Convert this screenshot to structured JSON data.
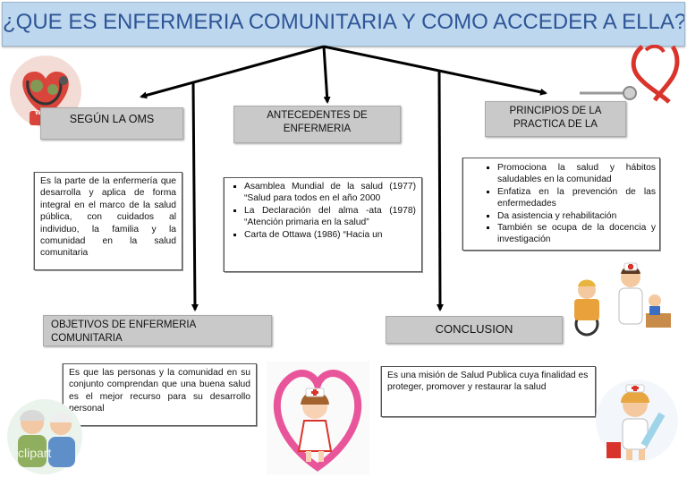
{
  "title": "¿QUE ES ENFERMERIA COMUNITARIA Y COMO ACCEDER A ELLA?",
  "nodes": {
    "oms": {
      "heading": "SEGÚN LA OMS",
      "text": "Es la parte de la enfermería que desarrolla y aplica de forma integral en el marco de la salud pública, con cuidados al individuo, la familia y la comunidad en la salud comunitaria"
    },
    "antecedentes": {
      "heading": "ANTECEDENTES DE ENFERMERIA",
      "items": [
        "Asamblea Mundial de la salud (1977) “Salud para todos en el año 2000",
        "La Declaración del alma -ata (1978) “Atención primaria en la salud”",
        "Carta de Ottawa (1986) “Hacia un"
      ]
    },
    "principios": {
      "heading": "PRINCIPIOS DE LA PRACTICA DE LA",
      "items": [
        "Promociona la salud y hábitos saludables en la comunidad",
        "Enfatiza en la prevención de las enfermedades",
        "Da asistencia y rehabilitación",
        "También se ocupa de la docencia y investigación"
      ]
    },
    "objetivos": {
      "heading": "OBJETIVOS DE ENFERMERIA COMUNITARIA",
      "text": "Es que las personas y la comunidad en su conjunto comprendan que una buena salud es el mejor recurso para su desarrollo personal"
    },
    "conclusion": {
      "heading": "CONCLUSION",
      "text": "Es una misión de Salud Publica cuya finalidad es proteger, promover y restaurar la salud"
    }
  },
  "images": {
    "top_left_badge": "WO HE",
    "watermark": "clipart"
  },
  "colors": {
    "title_bg": "#bdd7ee",
    "title_text": "#2e5597",
    "heading_bg": "#c9c9c9",
    "heart_pink": "#e8559a",
    "nurse_red": "#d9342b"
  }
}
